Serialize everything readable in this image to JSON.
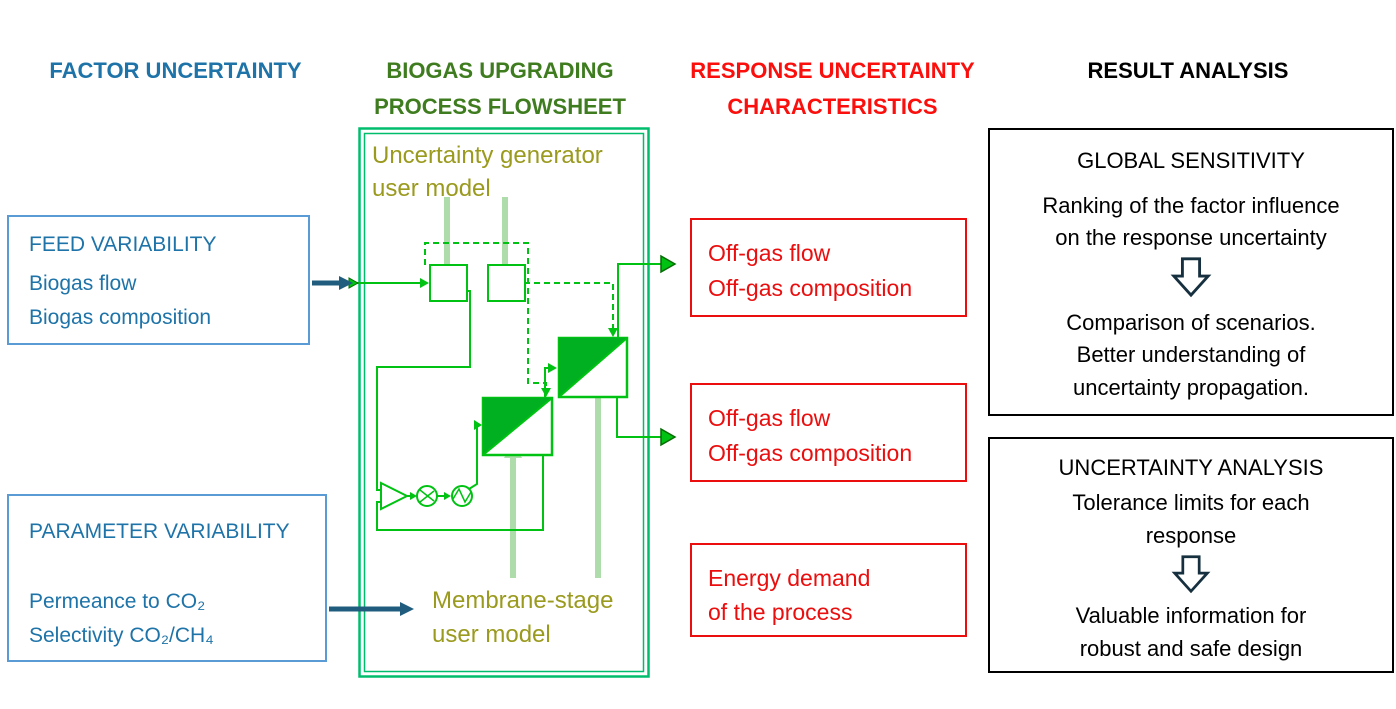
{
  "headers": {
    "factor": {
      "label": "FACTOR UNCERTAINTY",
      "color": "#1e73a8"
    },
    "flowsheet": {
      "line1": "BIOGAS UPGRADING",
      "line2": "PROCESS FLOWSHEET",
      "color": "#3e7c1f"
    },
    "response": {
      "line1": "RESPONSE UNCERTAINTY",
      "line2": "CHARACTERISTICS",
      "color": "#fb0f0c"
    },
    "result": {
      "label": "RESULT ANALYSIS",
      "color": "#000000"
    }
  },
  "factor": {
    "feed": {
      "title": "FEED VARIABILITY",
      "line1": "Biogas flow",
      "line2": "Biogas composition"
    },
    "parameter": {
      "title": "PARAMETER VARIABILITY",
      "line1": "Permeance to CO₂",
      "line2": "Selectivity CO₂/CH₄"
    }
  },
  "flowsheet": {
    "uncertainty_label": {
      "line1": "Uncertainty generator",
      "line2": "user model"
    },
    "membrane_label": {
      "line1": "Membrane-stage",
      "line2": "user model"
    }
  },
  "response": {
    "box1": {
      "line1": "Off-gas flow",
      "line2": "Off-gas composition"
    },
    "box2": {
      "line1": "Off-gas flow",
      "line2": "Off-gas composition"
    },
    "box3": {
      "line1": "Energy demand",
      "line2": "of the process"
    }
  },
  "result": {
    "global": {
      "title": "GLOBAL SENSITIVITY",
      "top1": "Ranking of the factor influence",
      "top2": "on the response uncertainty",
      "bottom1": "Comparison of scenarios.",
      "bottom2": "Better understanding of",
      "bottom3": "uncertainty propagation."
    },
    "uncertainty": {
      "title": "UNCERTAINTY ANALYSIS",
      "top1": "Tolerance limits for each",
      "top2": "response",
      "bottom1": "Valuable information for",
      "bottom2": "robust and safe design"
    }
  },
  "colors": {
    "header_blue": "#1e73a8",
    "header_green": "#3e7c1f",
    "header_red": "#fb0f0c",
    "box_blue_border": "#5b9bd5",
    "box_red": "#ea0e0e",
    "flowsheet_line_green": "#00c212",
    "membrane_fill_green": "#00b020",
    "flowsheet_border_green": "#00bd6e",
    "light_green_arrow": "#aedcaa",
    "olive_label": "#9a9a1f",
    "dark_blue_arrow": "#1f5c7d",
    "result_arrow_navy": "#16303f"
  }
}
